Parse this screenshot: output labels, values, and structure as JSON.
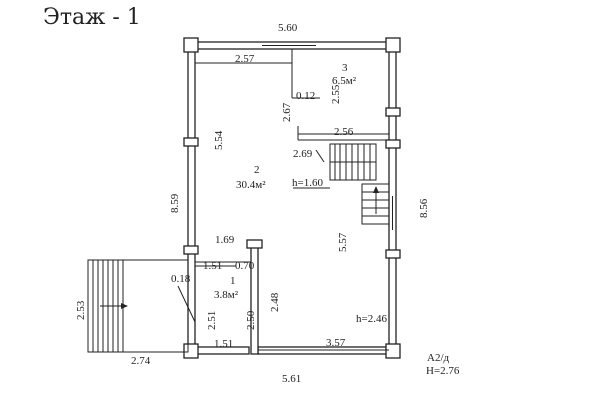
{
  "title": "Этаж  - 1",
  "overall": {
    "top_width": "5.60",
    "bottom_width": "5.61",
    "left_height": "8.59",
    "right_height": "8.56"
  },
  "inner_dims": {
    "d257": "2.57",
    "d012": "0.12",
    "d267": "2.67",
    "d255": "2.55",
    "d554": "5.54",
    "d256": "2.56",
    "d269": "2.69",
    "d169": "1.69",
    "d557": "5.57",
    "d151_upper": "1.51",
    "d070": "0.70",
    "d018": "0.18",
    "d248": "2.48",
    "d251": "2.51",
    "d250": "2.50",
    "d151_lower": "1.51",
    "d357": "3.57",
    "d253": "2.53",
    "d274": "2.74"
  },
  "rooms": [
    {
      "number": "3",
      "area": "6.5м²"
    },
    {
      "number": "2",
      "area": "30.4м²"
    },
    {
      "number": "1",
      "area": "3.8м²"
    }
  ],
  "heights": {
    "stair_h": "h=1.60",
    "room_h": "h=2.46"
  },
  "stamp": {
    "code": "А2/д",
    "height": "H=2.76"
  }
}
